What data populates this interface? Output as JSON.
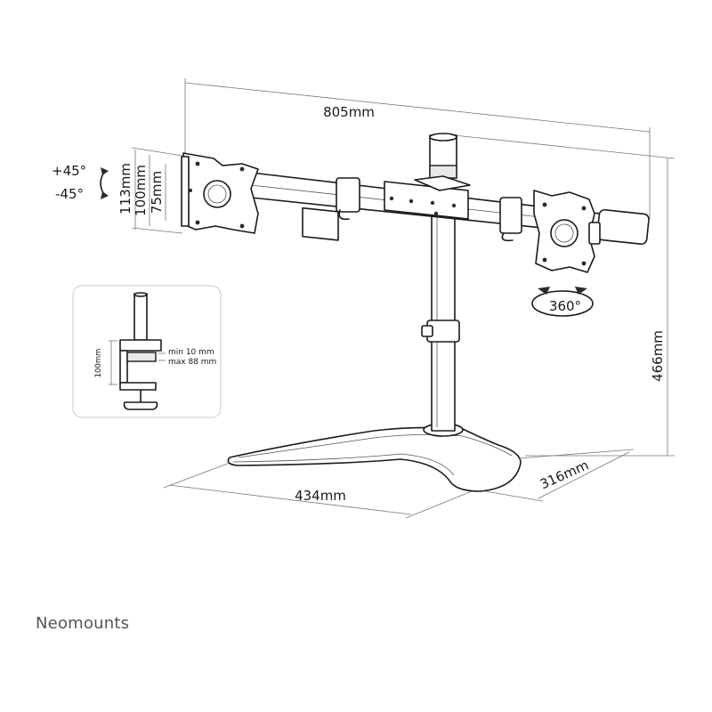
{
  "brand": "Neomounts",
  "dimensions": {
    "arm_width": "805mm",
    "height": "466mm",
    "base_width": "434mm",
    "base_depth": "316mm",
    "vesa_max": "113mm",
    "vesa_mid": "100mm",
    "vesa_min": "75mm"
  },
  "tilt": {
    "up": "+45°",
    "down": "-45°"
  },
  "rotation": "360°",
  "clamp_inset": {
    "height": "100mm",
    "range_min": "min 10 mm",
    "range_max": "max 88 mm"
  }
}
